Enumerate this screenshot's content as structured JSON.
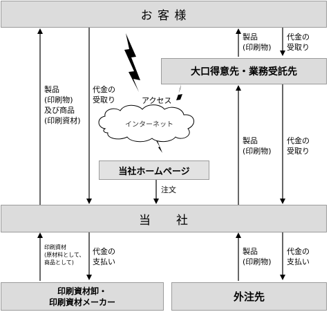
{
  "nodes": {
    "customer": "お 客 様",
    "partner": "大口得意先・業務受託先",
    "company": "当　　社",
    "homepage": "当社ホームページ",
    "internet": "インターネット",
    "supplier": "印刷資材卸・\n印刷資材メーカー",
    "subcontractor": "外注先"
  },
  "labels": {
    "products_and_goods": "製品\n(印刷物)\n及び商品\n(印刷資材)",
    "payment_receive_left": "代金の\n受取り",
    "access": "アクセス",
    "order": "注文",
    "products_top_right": "製品\n(印刷物)",
    "payment_receive_top_right": "代金の\n受取り",
    "products_mid_right": "製品\n(印刷物)",
    "payment_receive_mid_right": "代金の\n受取り",
    "materials_bottom_left": "印刷資材\n(原材料として、\n商品として)",
    "payment_pay_bottom_left": "代金の\n支払い",
    "products_bottom_right": "製品\n(印刷物)",
    "payment_pay_bottom_right": "代金の\n支払い"
  }
}
